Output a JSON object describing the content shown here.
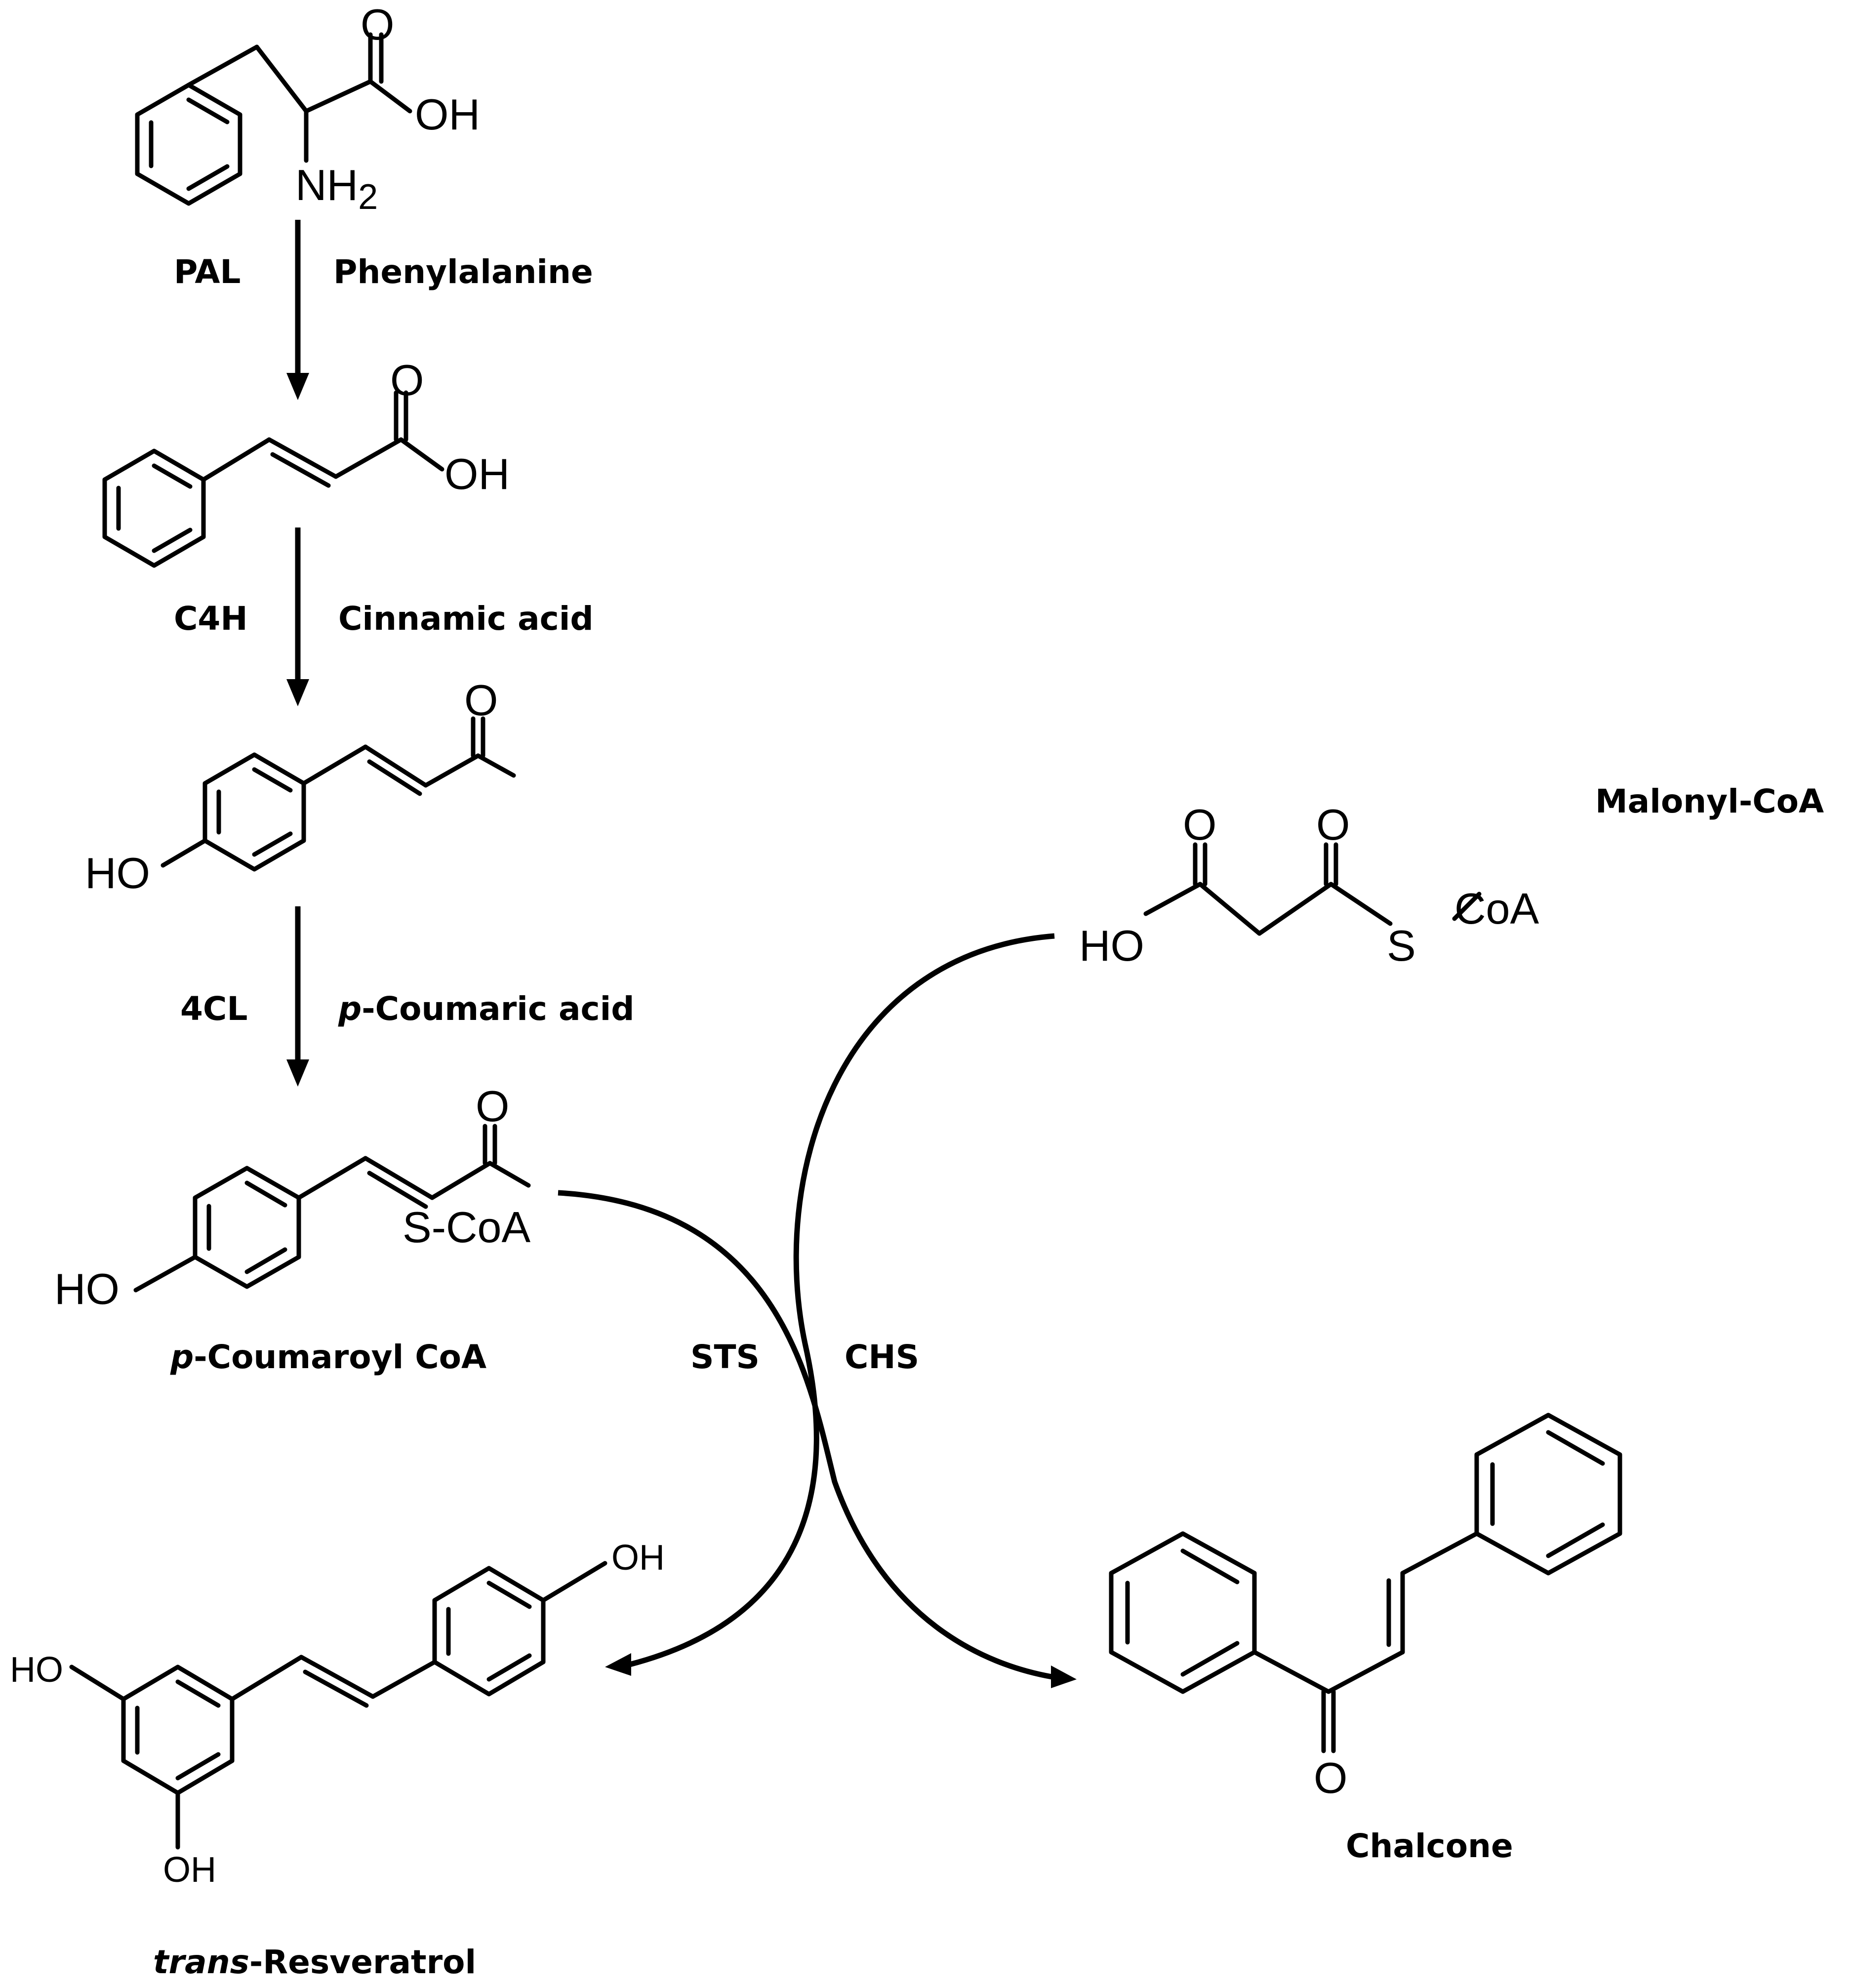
{
  "compounds": {
    "phenylalanine": "Phenylalanine",
    "cinnamic_acid": "Cinnamic acid",
    "coumaric_prefix": "p",
    "coumaric_rest": "-Coumaric acid",
    "coumaroyl_prefix": "p",
    "coumaroyl_rest": "-Coumaroyl CoA",
    "malonyl": "Malonyl-CoA",
    "chalcone": "Chalcone",
    "resveratrol_prefix": "trans",
    "resveratrol_rest": "-Resveratrol"
  },
  "enzymes": {
    "pal": "PAL",
    "c4h": "C4H",
    "fourcl": "4CL",
    "sts": "STS",
    "chs": "CHS"
  },
  "atoms": {
    "O": "O",
    "OH": "OH",
    "HO": "HO",
    "NH": "NH",
    "sub2": "2",
    "S_CoA": "S-CoA",
    "S": "S",
    "CoA": "CoA"
  }
}
